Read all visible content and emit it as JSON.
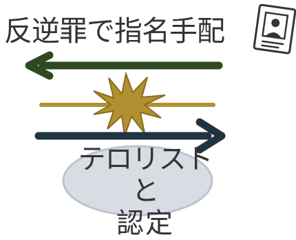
{
  "labels": {
    "top": "反逆罪で指名手配",
    "bottom_line1": "テロリストと",
    "bottom_line2": "認定"
  },
  "colors": {
    "top_arrow": "#2f4a22",
    "bottom_arrow": "#1f3340",
    "collision_star": "#b09030",
    "ink": "#333338",
    "bottom_oval": "#d7dde3"
  },
  "icons": {
    "wanted_poster": "wanted-poster-icon",
    "collision": "collision-star-icon"
  }
}
